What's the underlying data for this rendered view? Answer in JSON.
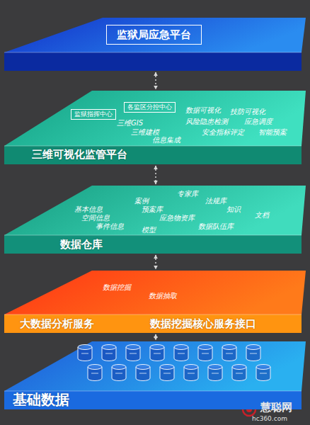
{
  "diagram": {
    "nodes": [
      {
        "text": [
          "监狱局应急平台"
        ]
      },
      {
        "text": [
          "三维可视化监管平台",
          "三维GIS",
          "数据可视化",
          "技防可视化",
          "风险隐患检测",
          "应急调度",
          "三维建模",
          "安全指标评定",
          "智能预案",
          "信息集成"
        ]
      },
      {
        "text": [
          "监狱指挥中心"
        ],
        "in": 1
      },
      {
        "text": [
          "各监区分控中心"
        ],
        "in": 1
      },
      {
        "text": [
          "数据仓库",
          "专家库",
          "案例",
          "法规库",
          "基本信息",
          "预案库",
          "知识",
          "文档",
          "空间信息",
          "应急物资库",
          "事件信息",
          "数据队伍库",
          "模型"
        ]
      },
      {
        "text": [
          "大数据分析服务",
          "数据挖掘核心服务接口",
          "数据挖掘",
          "数据抽取"
        ]
      },
      {
        "text": [
          "基础数据"
        ]
      }
    ],
    "edges": [
      {
        "from": 0,
        "to": 1,
        "arrow": "both"
      },
      {
        "from": 1,
        "to": 4,
        "arrow": "both"
      },
      {
        "from": 4,
        "to": 5,
        "arrow": "both"
      },
      {
        "from": 5,
        "to": 6,
        "arrow": "both"
      }
    ],
    "labels": [
      "慧聪网",
      "hc360.com"
    ]
  }
}
